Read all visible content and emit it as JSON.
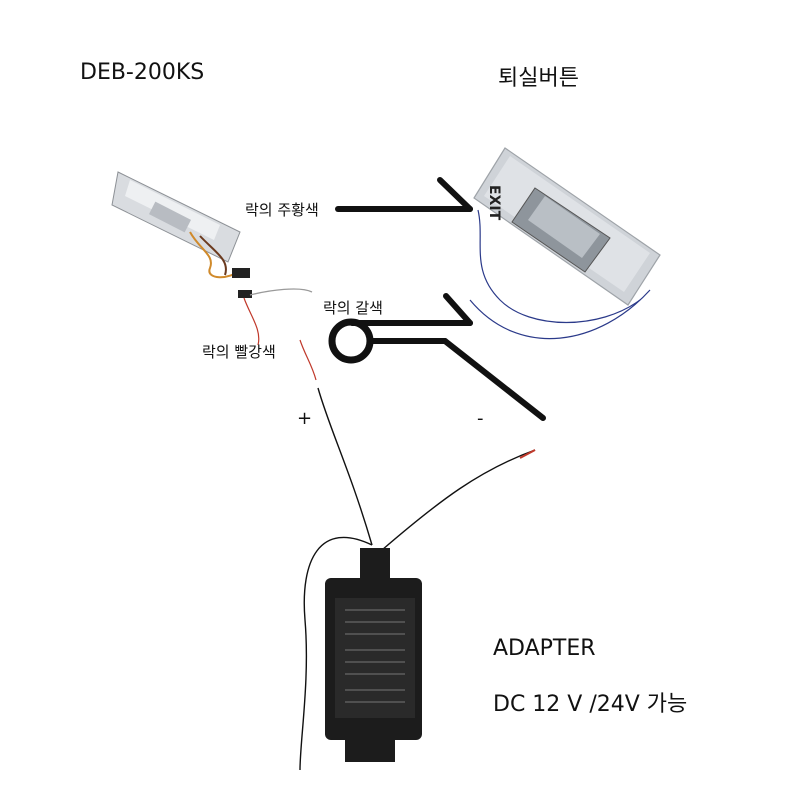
{
  "labels": {
    "lock_model": "DEB-200KS",
    "exit_button": "퇴실버튼",
    "lock_orange_wire": "락의 주황색",
    "lock_brown_wire": "락의 갈색",
    "lock_red_wire": "락의 빨강색",
    "plus_sign": "+",
    "minus_sign": "-",
    "adapter": "ADAPTER",
    "adapter_spec": "DC 12 V /24V 가능",
    "exit_text": "EXIT"
  },
  "colors": {
    "line": "#111111",
    "wire_gray": "#9a9a9a",
    "wire_blue": "#2b3a8a",
    "wire_red": "#c0392b",
    "adapter_body": "#1c1c1c",
    "button_metal": "#cfd3d8"
  }
}
